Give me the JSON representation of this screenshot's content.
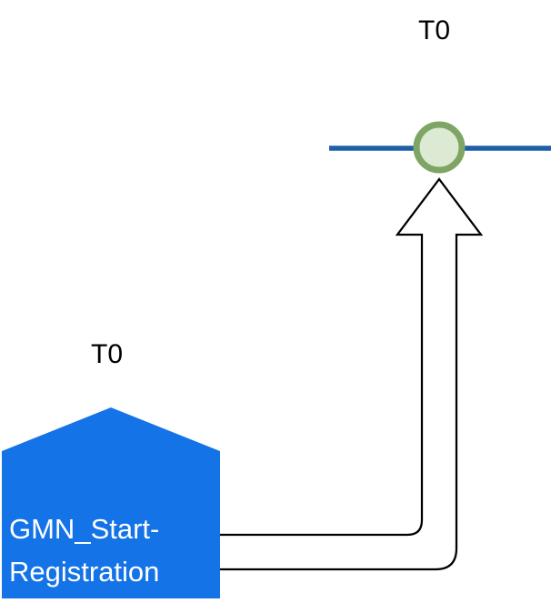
{
  "diagram": {
    "timeline": {
      "label": "T0"
    },
    "task": {
      "label": "T0",
      "name_line1": "GMN_Start-",
      "name_line2": "Registration"
    },
    "colors": {
      "timeline_line": "#1F5FA8",
      "event_fill": "#DCE9D3",
      "event_border": "#7FA564",
      "task_fill": "#1473E6",
      "arrow_fill": "#FFFFFF",
      "arrow_outline": "#000000",
      "label_color": "#000000",
      "task_text": "#FFFFFF"
    }
  }
}
